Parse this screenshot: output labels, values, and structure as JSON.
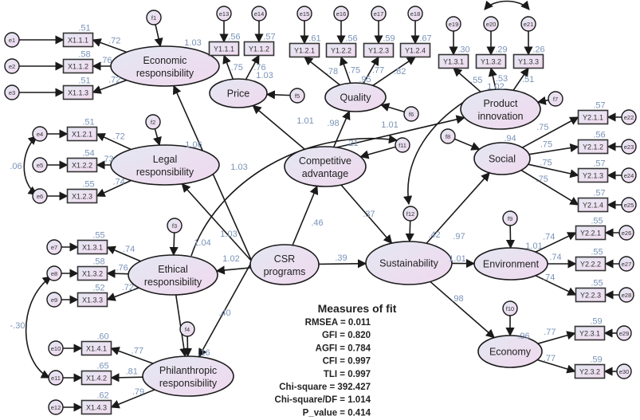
{
  "title": "Structural equation model: CSR programs and Sustainability",
  "colors": {
    "node_fill_light": "#e8e6f2",
    "node_fill_pink": "#f0dcf0",
    "stroke": "#1a1a1a",
    "coefficient_text": "#7a93b8",
    "text": "#222222"
  },
  "latents": [
    {
      "id": "econ",
      "label": [
        "Economic",
        "responsibility"
      ],
      "r2": "1.03"
    },
    {
      "id": "legal",
      "label": [
        "Legal",
        "responsibility"
      ],
      "r2": "1.06"
    },
    {
      "id": "ethic",
      "label": [
        "Ethical",
        "responsibility"
      ],
      "r2": ""
    },
    {
      "id": "phil",
      "label": [
        "Philanthropic",
        "responsibility"
      ],
      "r2": ".16"
    },
    {
      "id": "csr",
      "label": [
        "CSR",
        "programs"
      ],
      "r2": ""
    },
    {
      "id": "price",
      "label": [
        "Price"
      ],
      "r2": "1.03"
    },
    {
      "id": "quality",
      "label": [
        "Quality"
      ],
      "r2": ".95"
    },
    {
      "id": "prod",
      "label": [
        "Product",
        "innovation"
      ],
      "r2": "1.02"
    },
    {
      "id": "comp",
      "label": [
        "Competitive",
        "advantage"
      ],
      "r2": ".21"
    },
    {
      "id": "sust",
      "label": [
        "Sustainability"
      ],
      "r2": ".42"
    },
    {
      "id": "social",
      "label": [
        "Social"
      ],
      "r2": ".94"
    },
    {
      "id": "env",
      "label": [
        "Environment"
      ],
      "r2": "1.01"
    },
    {
      "id": "economy",
      "label": [
        "Economy"
      ],
      "r2": ".96"
    }
  ],
  "disturbances": [
    "f1",
    "f2",
    "f3",
    "f4",
    "f5",
    "f6",
    "f7",
    "f8",
    "f9",
    "f10",
    "f11",
    "f12"
  ],
  "indicators": {
    "econ": [
      {
        "name": "X1.1.1",
        "err": "e1",
        "loading": ".72",
        "r2": ".51"
      },
      {
        "name": "X1.1.2",
        "err": "e2",
        "loading": ".76",
        "r2": ".58"
      },
      {
        "name": "X1.1.3",
        "err": "e3",
        "loading": ".72",
        "r2": ".51"
      }
    ],
    "legal": [
      {
        "name": "X1.2.1",
        "err": "e4",
        "loading": ".72",
        "r2": ".51"
      },
      {
        "name": "X1.2.2",
        "err": "e5",
        "loading": ".73",
        "r2": ".54"
      },
      {
        "name": "X1.2.3",
        "err": "e6",
        "loading": ".74",
        "r2": ".55"
      }
    ],
    "ethic": [
      {
        "name": "X1.3.1",
        "err": "e7",
        "loading": ".74",
        "r2": ".55"
      },
      {
        "name": "X1.3.2",
        "err": "e8",
        "loading": ".76",
        "r2": ".58"
      },
      {
        "name": "X1.3.3",
        "err": "e9",
        "loading": ".72",
        "r2": ".52"
      }
    ],
    "phil": [
      {
        "name": "X1.4.1",
        "err": "e10",
        "loading": ".77",
        "r2": ".60"
      },
      {
        "name": "X1.4.2",
        "err": "e11",
        "loading": ".81",
        "r2": ".65"
      },
      {
        "name": "X1.4.3",
        "err": "e12",
        "loading": ".79",
        "r2": ".62"
      }
    ],
    "price": [
      {
        "name": "Y1.1.1",
        "err": "e13",
        "loading": ".75",
        "r2": ".56"
      },
      {
        "name": "Y1.1.2",
        "err": "e14",
        "loading": ".76",
        "r2": ".57"
      }
    ],
    "quality": [
      {
        "name": "Y1.2.1",
        "err": "e15",
        "loading": ".78",
        "r2": ".61"
      },
      {
        "name": "Y1.2.2",
        "err": "e16",
        "loading": ".75",
        "r2": ".56"
      },
      {
        "name": "Y1.2.3",
        "err": "e17",
        "loading": ".77",
        "r2": ".59"
      },
      {
        "name": "Y1.2.4",
        "err": "e18",
        "loading": ".82",
        "r2": ".67"
      }
    ],
    "prod": [
      {
        "name": "Y1.3.1",
        "err": "e19",
        "loading": ".55",
        "r2": ".30"
      },
      {
        "name": "Y1.3.2",
        "err": "e20",
        "loading": ".53",
        "r2": ".29"
      },
      {
        "name": "Y1.3.3",
        "err": "e21",
        "loading": ".51",
        "r2": ".26"
      }
    ],
    "social": [
      {
        "name": "Y2.1.1",
        "err": "e22",
        "loading": ".75",
        "r2": ".57"
      },
      {
        "name": "Y2.1.2",
        "err": "e23",
        "loading": ".75",
        "r2": ".56"
      },
      {
        "name": "Y2.1.3",
        "err": "e24",
        "loading": ".75",
        "r2": ".57"
      },
      {
        "name": "Y2.1.4",
        "err": "e25",
        "loading": ".75",
        "r2": ".57"
      }
    ],
    "env": [
      {
        "name": "Y2.2.1",
        "err": "e26",
        "loading": ".74",
        "r2": ".55"
      },
      {
        "name": "Y2.2.2",
        "err": "e27",
        "loading": ".74",
        "r2": ".55"
      },
      {
        "name": "Y2.2.3",
        "err": "e28",
        "loading": ".74",
        "r2": ".55"
      }
    ],
    "economy": [
      {
        "name": "Y2.3.1",
        "err": "e29",
        "loading": ".77",
        "r2": ".59"
      },
      {
        "name": "Y2.3.2",
        "err": "e30",
        "loading": ".77",
        "r2": ".59"
      }
    ]
  },
  "paths": [
    {
      "from": "csr",
      "to": "econ",
      "coef": "1.03"
    },
    {
      "from": "csr",
      "to": "legal",
      "coef": "1.03"
    },
    {
      "from": "csr",
      "to": "ethic",
      "coef": "1.02"
    },
    {
      "from": "csr",
      "to": "phil",
      "coef": ".40"
    },
    {
      "from": "csr",
      "to": "comp",
      "coef": ".46"
    },
    {
      "from": "csr",
      "to": "sust",
      "coef": ".39"
    },
    {
      "from": "comp",
      "to": "price",
      "coef": "1.01"
    },
    {
      "from": "comp",
      "to": "quality",
      "coef": ".98"
    },
    {
      "from": "comp",
      "to": "prod",
      "coef": "1.01"
    },
    {
      "from": "comp",
      "to": "sust",
      "coef": ".37"
    },
    {
      "from": "ethic",
      "to": "f11",
      "coef": "1.04"
    },
    {
      "from": "ethic",
      "to": "phil",
      "coef": ""
    },
    {
      "from": "sust",
      "to": "social",
      "coef": ".97"
    },
    {
      "from": "sust",
      "to": "env",
      "coef": "1.01"
    },
    {
      "from": "sust",
      "to": "economy",
      "coef": ".98"
    }
  ],
  "covariances": [
    {
      "a": "e4",
      "b": "e6",
      "coef": ".06"
    },
    {
      "a": "e8",
      "b": "e11",
      "coef": "-.30"
    },
    {
      "a": "e20",
      "b": "e21",
      "coef": ""
    }
  ],
  "fit": {
    "title": "Measures of fit",
    "lines": [
      "RMSEA = 0.011",
      "GFI = 0.820",
      "AGFI = 0.784",
      "CFI = 0.997",
      "TLI = 0.997",
      "Chi-square = 392.427",
      "Chi-square/DF = 1.014",
      "P_value = 0.414"
    ]
  }
}
